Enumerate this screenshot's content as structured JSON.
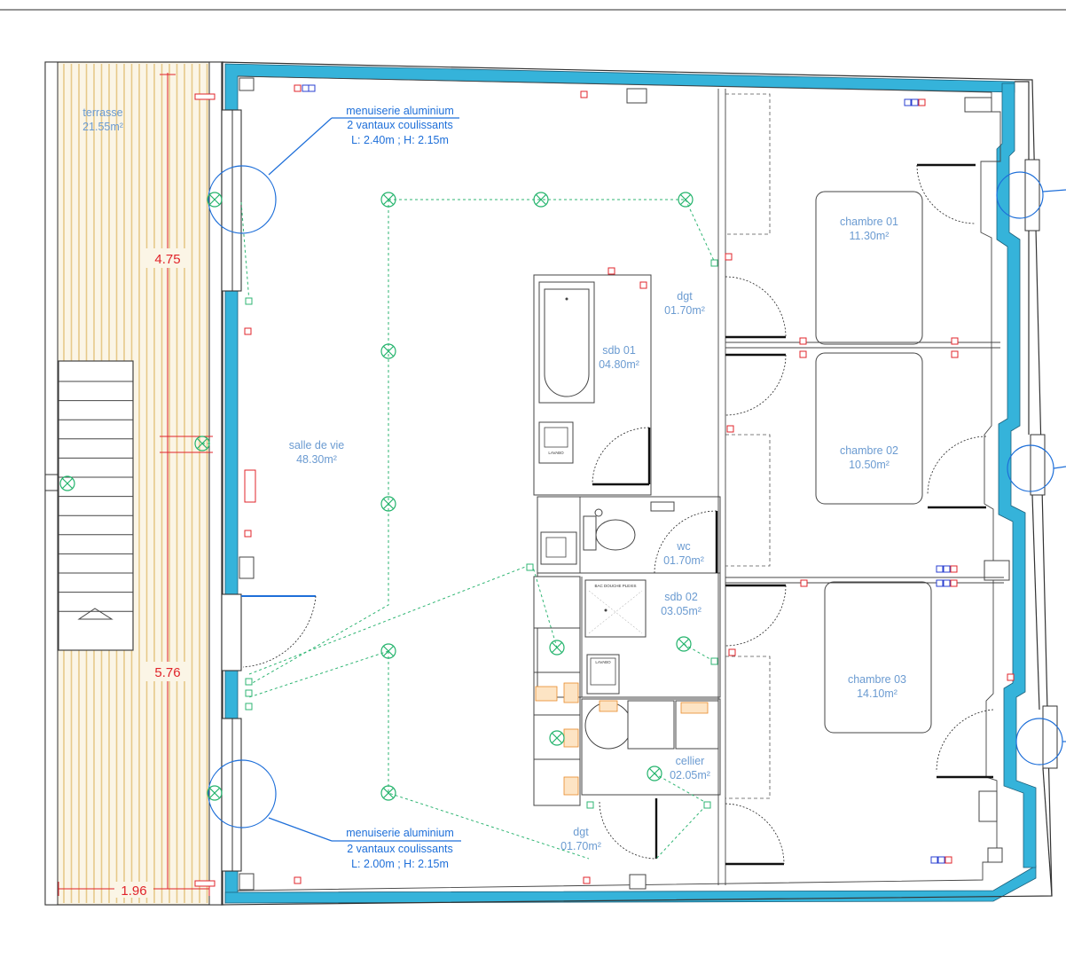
{
  "rooms": [
    {
      "name": "terrasse",
      "area": "21.55m²"
    },
    {
      "name": "salle de vie",
      "area": "48.30m²"
    },
    {
      "name": "dgt",
      "area": "01.70m²"
    },
    {
      "name": "sdb 01",
      "area": "04.80m²"
    },
    {
      "name": "wc",
      "area": "01.70m²"
    },
    {
      "name": "sdb 02",
      "area": "03.05m²"
    },
    {
      "name": "cellier",
      "area": "02.05m²"
    },
    {
      "name": "dgt",
      "area": "01.70m²"
    },
    {
      "name": "chambre 01",
      "area": "11.30m²"
    },
    {
      "name": "chambre 02",
      "area": "10.50m²"
    },
    {
      "name": "chambre 03",
      "area": "14.10m²"
    }
  ],
  "annotations": [
    {
      "line1": "menuiserie aluminium",
      "line2": "2 vantaux coulissants",
      "line3": "L: 2.40m ; H: 2.15m"
    },
    {
      "line1": "menuiserie aluminium",
      "line2": "2 vantaux coulissants",
      "line3": "L: 2.00m ; H: 2.15m"
    }
  ],
  "dimensions": {
    "upper": "4.75",
    "lower": "5.76",
    "width": "1.96"
  },
  "colors": {
    "insulation": "#35b3da",
    "dimension": "#e0242b",
    "annotation": "#1e6fd9",
    "room_label": "#6b9bd1",
    "lighting": "#2fb573"
  }
}
